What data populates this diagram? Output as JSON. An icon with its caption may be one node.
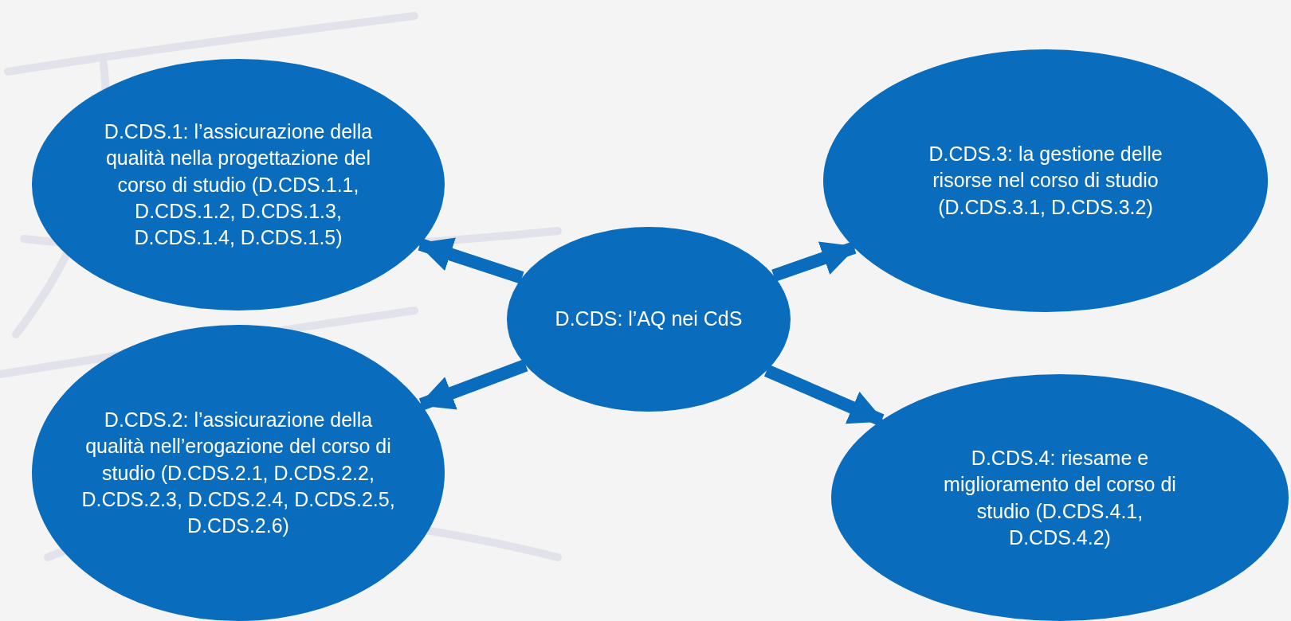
{
  "diagram": {
    "nodes": [
      {
        "text": [
          "D.CDS.1: l’assicurazione della qualità nella progettazione del corso di studio (D.CDS.1.1, D.CDS.1.2, D.CDS.1.3, D.CDS.1.4, D.CDS.1.5)"
        ]
      },
      {
        "text": [
          "D.CDS.3: la gestione delle risorse nel corso di studio (D.CDS.3.1, D.CDS.3.2)"
        ]
      },
      {
        "text": [
          "D.CDS: l’AQ nei CdS"
        ]
      },
      {
        "text": [
          "D.CDS.2: l’assicurazione della qualità nell’erogazione del corso di studio (D.CDS.2.1, D.CDS.2.2, D.CDS.2.3, D.CDS.2.4, D.CDS.2.5, D.CDS.2.6)"
        ]
      },
      {
        "text": [
          "D.CDS.4: riesame e miglioramento del corso di studio (D.CDS.4.1, D.CDS.4.2)"
        ]
      }
    ],
    "edges": [
      {
        "from": 2,
        "to": 0,
        "arrow": "to"
      },
      {
        "from": 2,
        "to": 1,
        "arrow": "to"
      },
      {
        "from": 2,
        "to": 3,
        "arrow": "to"
      },
      {
        "from": 2,
        "to": 4,
        "arrow": "to"
      }
    ]
  }
}
